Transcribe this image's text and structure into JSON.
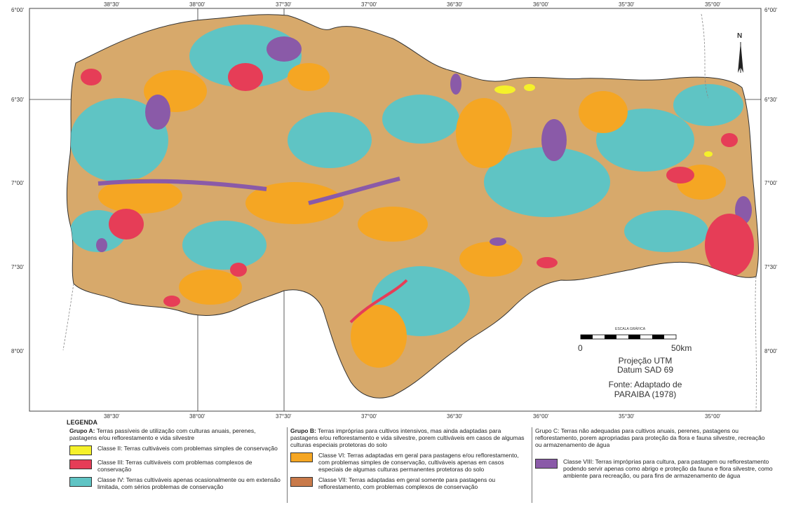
{
  "map": {
    "top_lon_labels": [
      "38°30'",
      "38°00'",
      "37°30'",
      "37°00'",
      "36°30'",
      "36°00'",
      "35°30'",
      "35°00'"
    ],
    "bottom_lon_labels": [
      "38°30'",
      "38°00'",
      "37°30'",
      "37°00'",
      "36°30'",
      "36°00'",
      "35°30'",
      "35°00'"
    ],
    "left_lat_labels": [
      "6°00'",
      "6°30'",
      "7°00'",
      "7°30'",
      "8°00'"
    ],
    "right_lat_labels": [
      "6°00'",
      "6°30'",
      "7°00'",
      "7°30'",
      "8°00'"
    ],
    "north": "N",
    "scale_title": "ESCALA GRÁFICA",
    "scale_start": "0",
    "scale_end": "50km",
    "projection": "Projeção UTM",
    "datum": "Datum SAD 69",
    "source_line1": "Fonte: Adaptado de",
    "source_line2": "PARAIBA (1978)",
    "colors": {
      "yellow": "#f5f12a",
      "red": "#e63d57",
      "cyan": "#5fc4c4",
      "orange": "#f5a623",
      "tan": "#d7a96b",
      "purple": "#8a5aa8"
    }
  },
  "legend": {
    "title": "LEGENDA",
    "groups": [
      {
        "heading": "Grupo A:",
        "desc": " Terras passíveis de utilização com culturas anuais, perenes, pastagens e/ou reflorestamento e vida silvestre",
        "classes": [
          {
            "label": "Classe II: Terras cultiváveis com problemas simples de conservação",
            "color": "#f5f12a"
          },
          {
            "label": "Classe III: Terras cultiváveis com problemas complexos de conservação",
            "color": "#e63d57"
          },
          {
            "label": "Classe IV: Terras cultiváveis apenas ocasionalmente ou em extensão limitada, com sérios problemas de conservação",
            "color": "#5fc4c4"
          }
        ]
      },
      {
        "heading": "Grupo B:",
        "desc": " Terras impróprias para cultivos intensivos, mas ainda adaptadas para pastagens e/ou reflorestamento e vida silvestre, porem cultiváveis em casos de algumas culturas especiais protetoras do solo",
        "classes": [
          {
            "label": "Classe VI: Terras adaptadas em geral para pastagens e/ou reflorestamento, com problemas simples de conservação, cultiváveis apenas em casos especiais de algumas culturas permanentes protetoras do solo",
            "color": "#f5a623"
          },
          {
            "label": "Classe VII: Terras adaptadas em geral somente para pastagens ou reflorestamento, com problemas complexos de conservação",
            "color": "#c97a4a"
          }
        ]
      },
      {
        "heading": "Grupo C:",
        "desc": " Terras não adequadas para cultivos anuais, perenes, pastagens ou reflorestamento, porem apropriadas para proteção da flora e fauna silvestre, recreação ou armazenamento de água",
        "classes": [
          {
            "label": "Classe VIII: Terras impróprias para cultura, para pastagem ou reflorestamento podendo servir apenas como abrigo e proteção da fauna e flora silvestre, como ambiente para recreação, ou para fins de armazenamento de água",
            "color": "#8a5aa8"
          }
        ]
      }
    ]
  }
}
